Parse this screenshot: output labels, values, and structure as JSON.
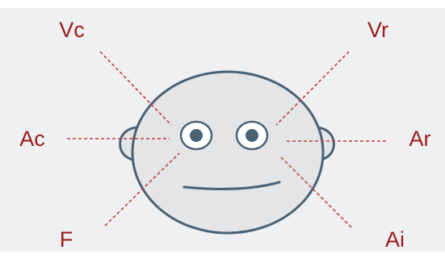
{
  "colors": {
    "panel": "#eef0f2",
    "face_fill": "#e3e5e7",
    "face_stroke": "#4b6274",
    "pupil": "#4b6274",
    "eye_white": "#ffffff",
    "guide_line": "#c63b3b",
    "label": "#9b1c1c"
  },
  "labels": {
    "vc": "Vc",
    "vr": "Vr",
    "ac": "Ac",
    "ar": "Ar",
    "f": "F",
    "ai": "Ai"
  }
}
